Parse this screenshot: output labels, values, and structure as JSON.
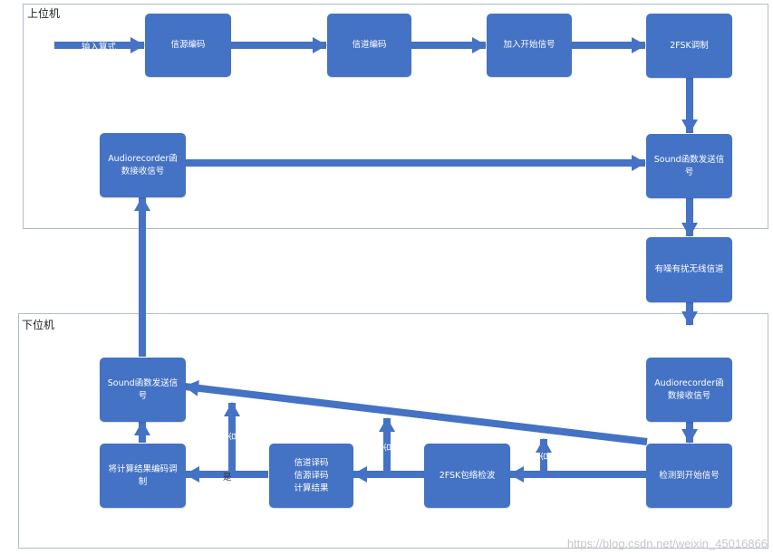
{
  "panels": {
    "upper": {
      "title": "上位机"
    },
    "lower": {
      "title": "下位机"
    }
  },
  "nodes": {
    "input_formula": "输入算式",
    "source_coding": "信源编码",
    "channel_coding": "信道编码",
    "add_start_signal": "加入开始信号",
    "fsk_modulation": "2FSK调制",
    "audiorecorder_upper": "Audiorecorder函数接收信号",
    "sound_send_upper": "Sound函数发送信号",
    "noisy_channel": "有噪有扰无线信道",
    "sound_send_lower": "Sound函数发送信号",
    "audiorecorder_lower": "Audiorecorder函数接收信号",
    "encode_result_modulate": "将计算结果编码调制",
    "decode_compute": "信道译码\n信源译码\n计算结果",
    "fsk_envelope_detect": "2FSK包络检波",
    "detect_start_signal": "检测到开始信号"
  },
  "edge_labels": {
    "yes_bottom": "是",
    "no_1": "否",
    "no_2": "否",
    "no_3": "否"
  },
  "colors": {
    "node": "#4472c4",
    "arrow": "#4472c4",
    "panel_border": "#aebccd"
  },
  "watermark": "https://blog.csdn.net/weixin_45016866"
}
